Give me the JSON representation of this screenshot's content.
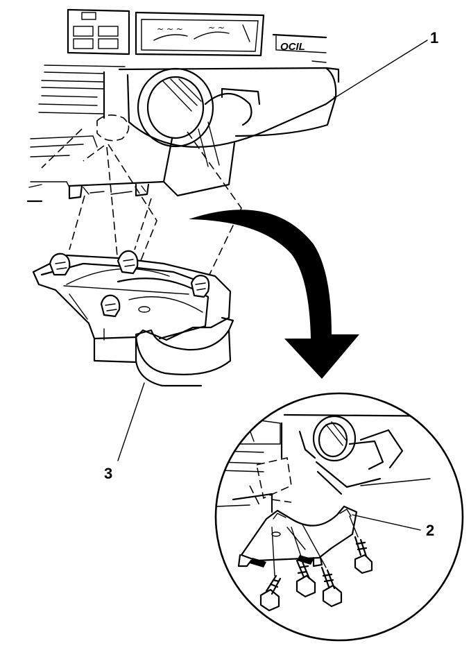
{
  "callouts": {
    "c1": "1",
    "c2": "2",
    "c3": "3"
  },
  "dash_text": {
    "badge": "OCIL"
  },
  "colors": {
    "ink": "#000000",
    "paper": "#ffffff"
  }
}
